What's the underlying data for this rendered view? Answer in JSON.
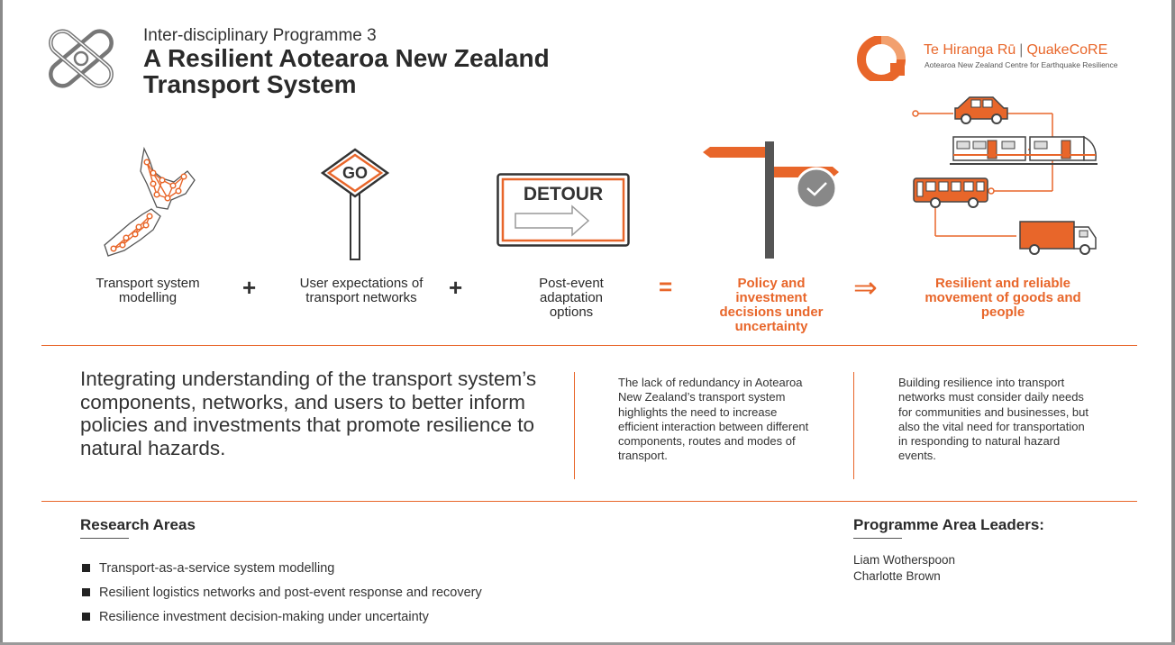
{
  "header": {
    "subtitle": "Inter-disciplinary Programme 3",
    "title_line1": "A Resilient Aotearoa New Zealand",
    "title_line2": "Transport System"
  },
  "logo": {
    "name_part1": "Te Hiranga Rū",
    "separator": "|",
    "name_part2": "QuakeCoRE",
    "tagline": "Aotearoa New Zealand Centre for Earthquake Resilience"
  },
  "steps": [
    {
      "label": "Transport system modelling"
    },
    {
      "label": "User expectations of transport networks"
    },
    {
      "label": "Post-event adaptation options"
    },
    {
      "label": "Policy and investment decisions under uncertainty"
    },
    {
      "label": "Resilient and reliable movement of goods and people"
    }
  ],
  "signs": {
    "go": "GO",
    "detour": "DETOUR"
  },
  "operators": {
    "plus1": "+",
    "plus2": "+",
    "equals": "=",
    "arrow": "⇒"
  },
  "icons": [
    "chain-link-icon",
    "nz-map-network-icon",
    "go-sign-icon",
    "detour-sign-icon",
    "signpost-icon",
    "car-icon",
    "train-icon",
    "bus-icon",
    "truck-icon",
    "quakecore-logo-icon"
  ],
  "colors": {
    "accent": "#e8662a",
    "text": "#2b2b2b"
  },
  "intro": {
    "lead": "Integrating understanding of the transport system’s components, networks, and users to better inform policies and investments that promote resilience to natural hazards.",
    "para1": "The lack of redundancy in Aotearoa New Zealand’s transport system highlights the need to increase efficient interaction between different components, routes and modes of transport.",
    "para2": "Building resilience into transport networks must consider daily needs for communities and businesses, but also the vital need for transportation in responding to natural hazard events."
  },
  "research": {
    "heading": "Research Areas",
    "items": [
      "Transport-as-a-service system modelling",
      "Resilient logistics networks and post-event response and recovery",
      "Resilience investment decision-making under uncertainty"
    ]
  },
  "leaders": {
    "heading": "Programme Area Leaders:",
    "names": [
      "Liam Wotherspoon",
      "Charlotte Brown"
    ]
  }
}
